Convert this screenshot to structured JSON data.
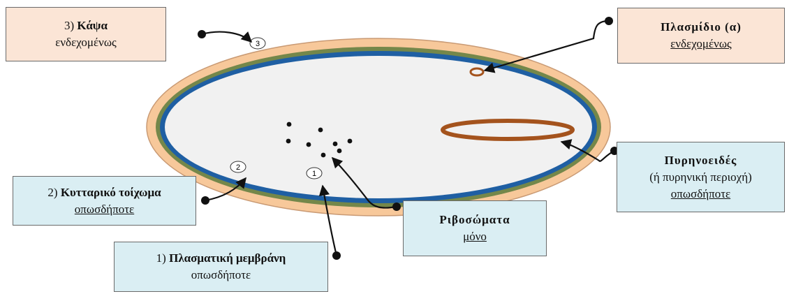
{
  "colors": {
    "capsule": "#f7c89a",
    "capsule_edge": "#c99a74",
    "wall": "#74874a",
    "membrane": "#1f5fa3",
    "cytoplasm": "#f1f1f1",
    "nucleoid": "#a4531d",
    "ribosome": "#111111",
    "box_peach": "#fbe5d6",
    "box_blue": "#daeef3"
  },
  "labels": {
    "capsule": {
      "line1_num": "3) ",
      "line1_bold": "Κάψα",
      "line2": "ενδεχομένως"
    },
    "plasmid": {
      "line1": "Πλασμίδιο (α)",
      "line2": "ενδεχομένως"
    },
    "nucleoid": {
      "line1": "Πυρηνοειδές",
      "line2": "(ή πυρηνική περιοχή)",
      "line3": "οπωσδήποτε"
    },
    "ribosomes": {
      "line1": "Ριβοσώματα",
      "line2": "μόνο"
    },
    "membrane": {
      "line1_num": "1) ",
      "line1_bold": "Πλασματική μεμβράνη",
      "line2": "οπωσδήποτε"
    },
    "wall": {
      "line1_num": "2) ",
      "line1_bold": "Κυτταρικό τοίχωμα",
      "line2": "οπωσδήποτε"
    }
  },
  "markers": [
    "1",
    "2",
    "3"
  ]
}
